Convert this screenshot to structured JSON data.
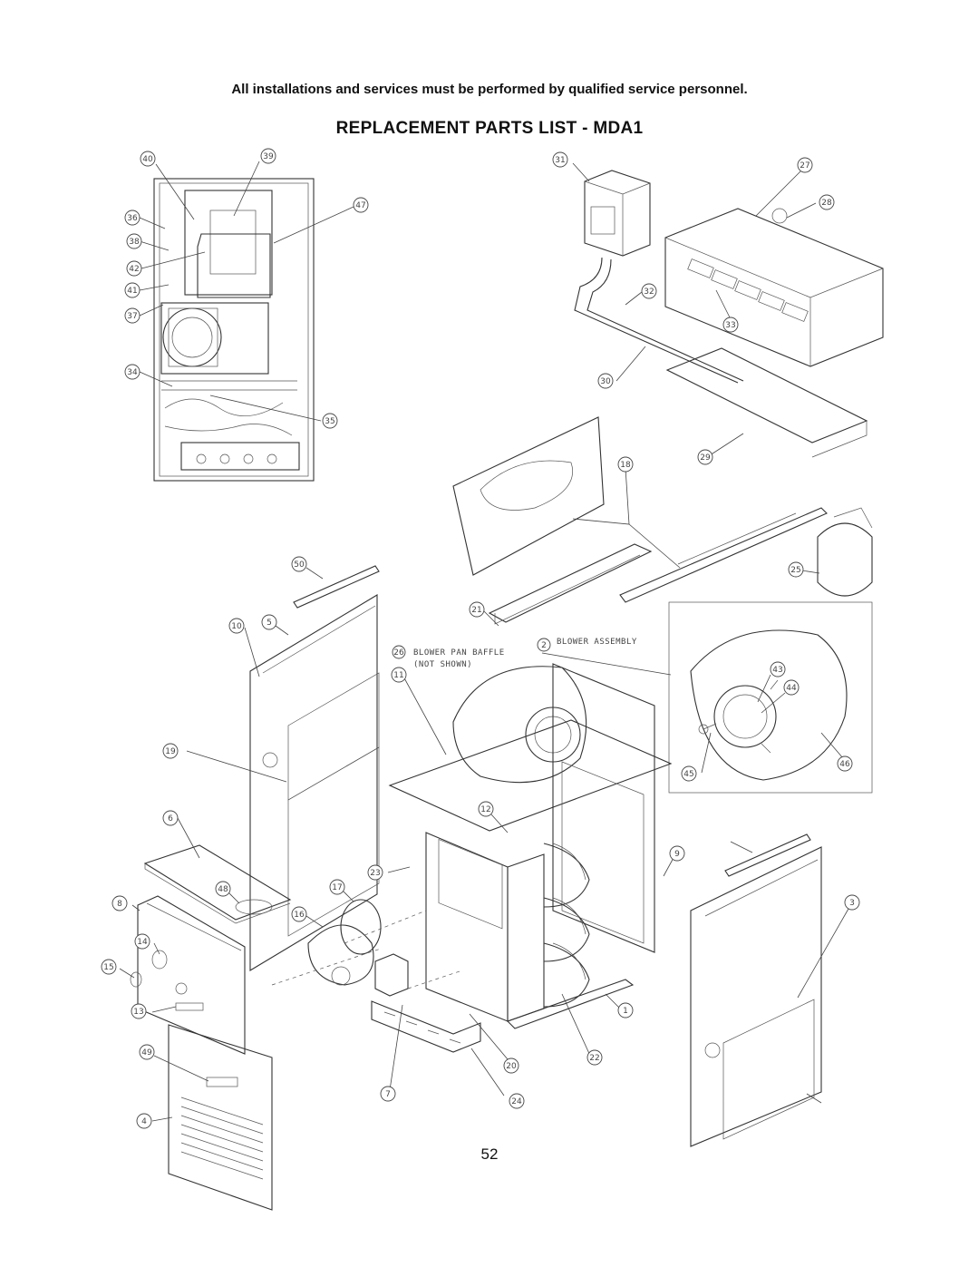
{
  "header": {
    "notice": "All installations and services must be performed by qualified service personnel.",
    "title": "REPLACEMENT PARTS LIST - MDA1"
  },
  "footer": {
    "page_number": "52"
  },
  "diagram": {
    "notes": [
      {
        "id": "blower-pan-baffle",
        "number": "26",
        "line1": "BLOWER PAN BAFFLE",
        "line2": "(NOT SHOWN)"
      },
      {
        "id": "blower-assembly",
        "number": "2",
        "line1": "BLOWER ASSEMBLY",
        "line2": ""
      }
    ],
    "callouts": [
      "40",
      "39",
      "36",
      "38",
      "42",
      "41",
      "37",
      "34",
      "35",
      "47",
      "31",
      "27",
      "28",
      "32",
      "33",
      "30",
      "29",
      "18",
      "25",
      "50",
      "21",
      "10",
      "5",
      "11",
      "43",
      "44",
      "46",
      "45",
      "19",
      "6",
      "12",
      "23",
      "17",
      "48",
      "8",
      "16",
      "14",
      "15",
      "13",
      "49",
      "9",
      "3",
      "1",
      "22",
      "20",
      "24",
      "7",
      "4"
    ]
  }
}
